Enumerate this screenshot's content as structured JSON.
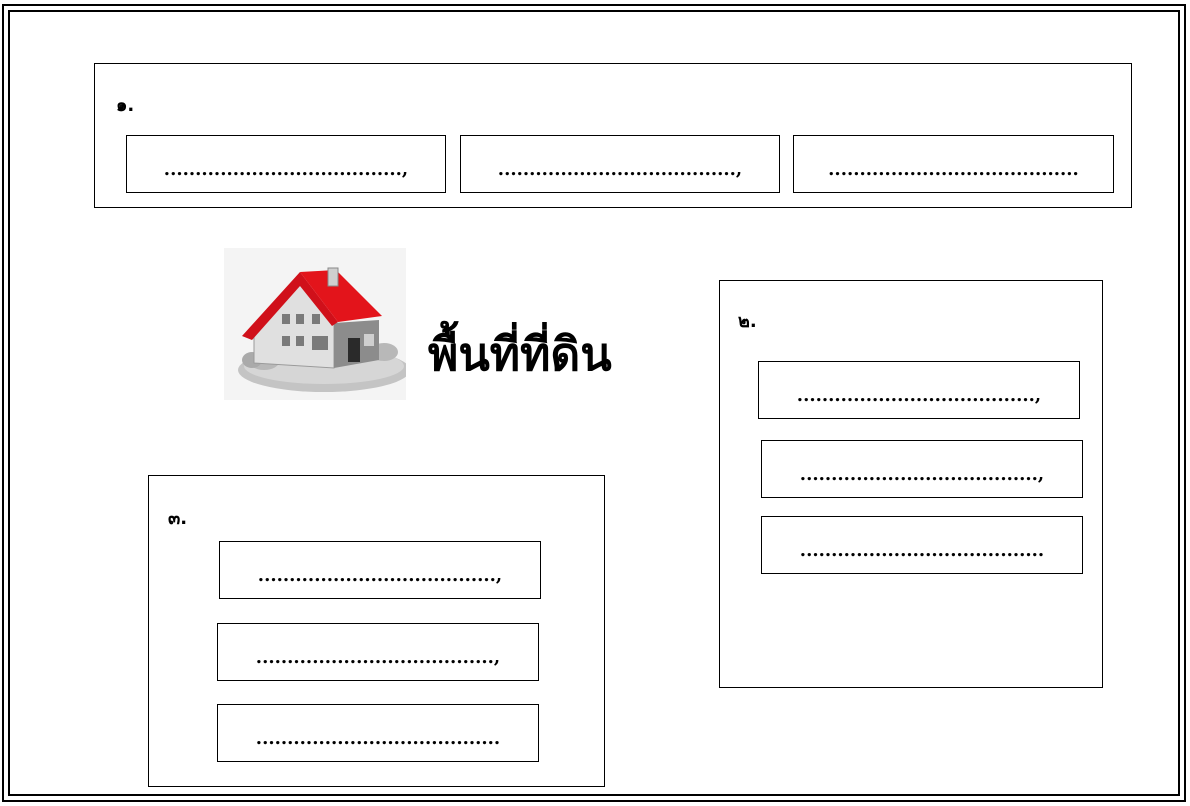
{
  "title": "พื้นที่ที่ดิน",
  "sections": [
    {
      "number": "๑.",
      "blanks": [
        "......................................,",
        "......................................,",
        "........................................"
      ]
    },
    {
      "number": "๒.",
      "blanks": [
        "......................................,",
        "......................................,",
        "......................................."
      ]
    },
    {
      "number": "๓.",
      "blanks": [
        "......................................,",
        "......................................,",
        "......................................."
      ]
    }
  ],
  "house_icon": "house-icon",
  "colors": {
    "roof": "#e3141b",
    "wall": "#d9d9d9",
    "ground": "#bdbdbd"
  }
}
